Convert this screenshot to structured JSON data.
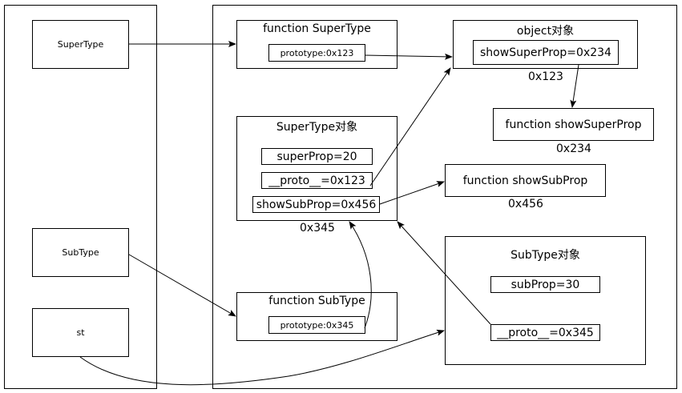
{
  "left": {
    "supertype": "SuperType",
    "subtype": "SubType",
    "st": "st"
  },
  "fn_supertype": {
    "title": "function SuperType",
    "prototype": "prototype:0x123"
  },
  "proto_object": {
    "title": "object对象",
    "field": "showSuperProp=0x234",
    "address": "0x123"
  },
  "fn_showsuperprop": {
    "title": "function showSuperProp",
    "address": "0x234"
  },
  "supertype_obj": {
    "title": "SuperType对象",
    "superprop": "superProp=20",
    "proto": "__proto__=0x123",
    "showsubprop": "showSubProp=0x456",
    "address": "0x345"
  },
  "fn_showsubprop": {
    "title": "function showSubProp",
    "address": "0x456"
  },
  "subtype_obj": {
    "title": "SubType对象",
    "subprop": "subProp=30",
    "proto": "__proto__=0x345"
  },
  "fn_subtype": {
    "title": "function SubType",
    "prototype": "prototype:0x345"
  }
}
